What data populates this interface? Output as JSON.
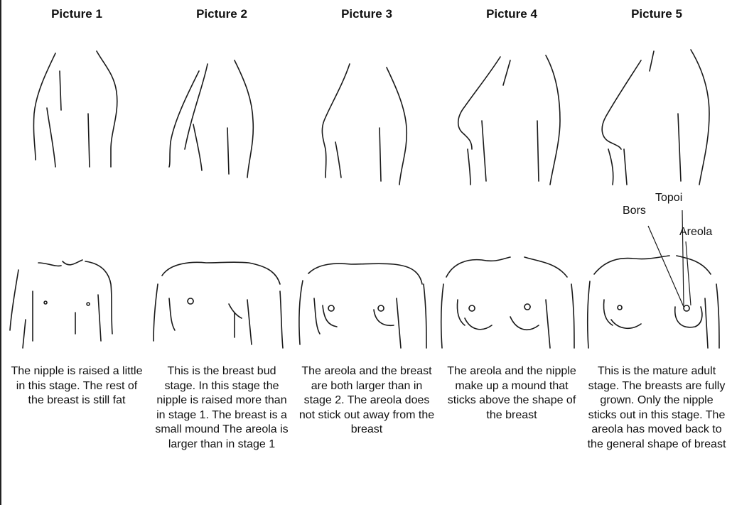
{
  "stages": [
    {
      "title": "Picture 1",
      "description": "The nipple is raised a little in this stage. The rest of the breast is still fat"
    },
    {
      "title": "Picture 2",
      "description": "This is the breast bud stage. In this stage the nipple is raised more than in stage 1. The breast is a small mound The areola is larger than in stage 1"
    },
    {
      "title": "Picture 3",
      "description": "The areola and the breast are both larger than in stage 2. The areola does not stick out away from the breast"
    },
    {
      "title": "Picture 4",
      "description": "The areola and the nipple make up a mound that sticks above the shape of the breast"
    },
    {
      "title": "Picture 5",
      "description": "This is the mature adult stage. The breasts are fully grown. Only the nipple sticks out in this stage. The areola has moved back to the general shape of breast"
    }
  ],
  "callouts": {
    "nipple": "Topoi",
    "breast": "Bors",
    "areola": "Areola"
  }
}
